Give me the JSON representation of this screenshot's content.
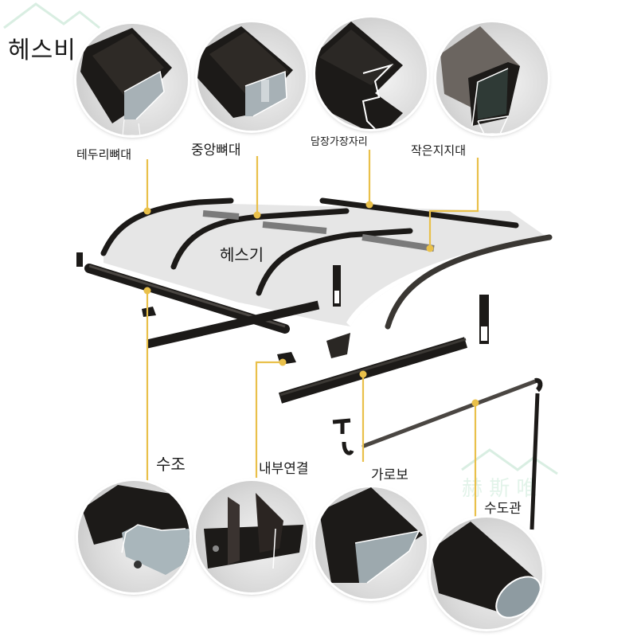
{
  "title": "헤스비",
  "center_label": "헤스기",
  "colors": {
    "leader_line": "#e9c04a",
    "profile_dark": "#1c1a18",
    "profile_light": "#b9c2c7",
    "panel_fill": "#e6e6e6",
    "watermark": "#bfe3cf"
  },
  "top_parts": [
    {
      "id": "edge-rib",
      "label": "테두리뼈대"
    },
    {
      "id": "center-rib",
      "label": "중앙뼈대"
    },
    {
      "id": "wall-edge",
      "label": "담장가장자리"
    },
    {
      "id": "small-support",
      "label": "작은지지대"
    }
  ],
  "bottom_parts": [
    {
      "id": "gutter",
      "label": "수조"
    },
    {
      "id": "inner-connector",
      "label": "내부연결"
    },
    {
      "id": "crossbeam",
      "label": "가로보"
    },
    {
      "id": "drain-pipe",
      "label": "수도관"
    }
  ]
}
